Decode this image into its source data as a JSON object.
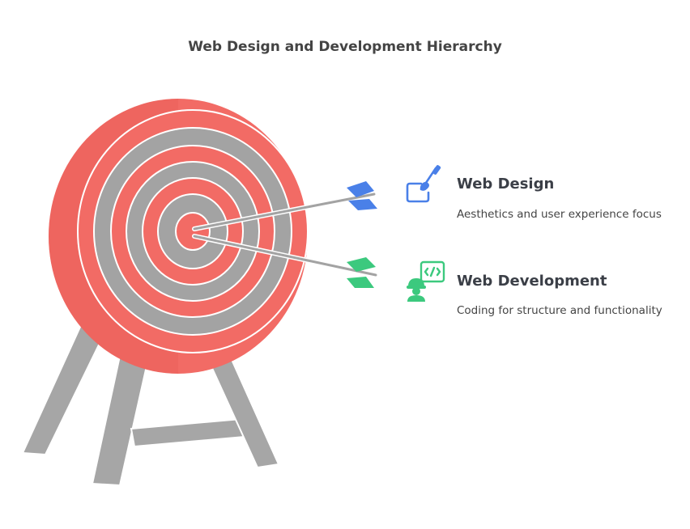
{
  "title": "Web Design and Development Hierarchy",
  "items": [
    {
      "heading": "Web Design",
      "description": "Aesthetics and user experience focus",
      "icon": "paintbrush-icon",
      "color": "#4a80e8"
    },
    {
      "heading": "Web Development",
      "description": "Coding for structure and functionality",
      "icon": "developer-icon",
      "color": "#3cc97e"
    }
  ],
  "colors": {
    "target_red": "#f26b65",
    "target_gray": "#a3a3a3",
    "stand_gray": "#a6a6a6"
  }
}
